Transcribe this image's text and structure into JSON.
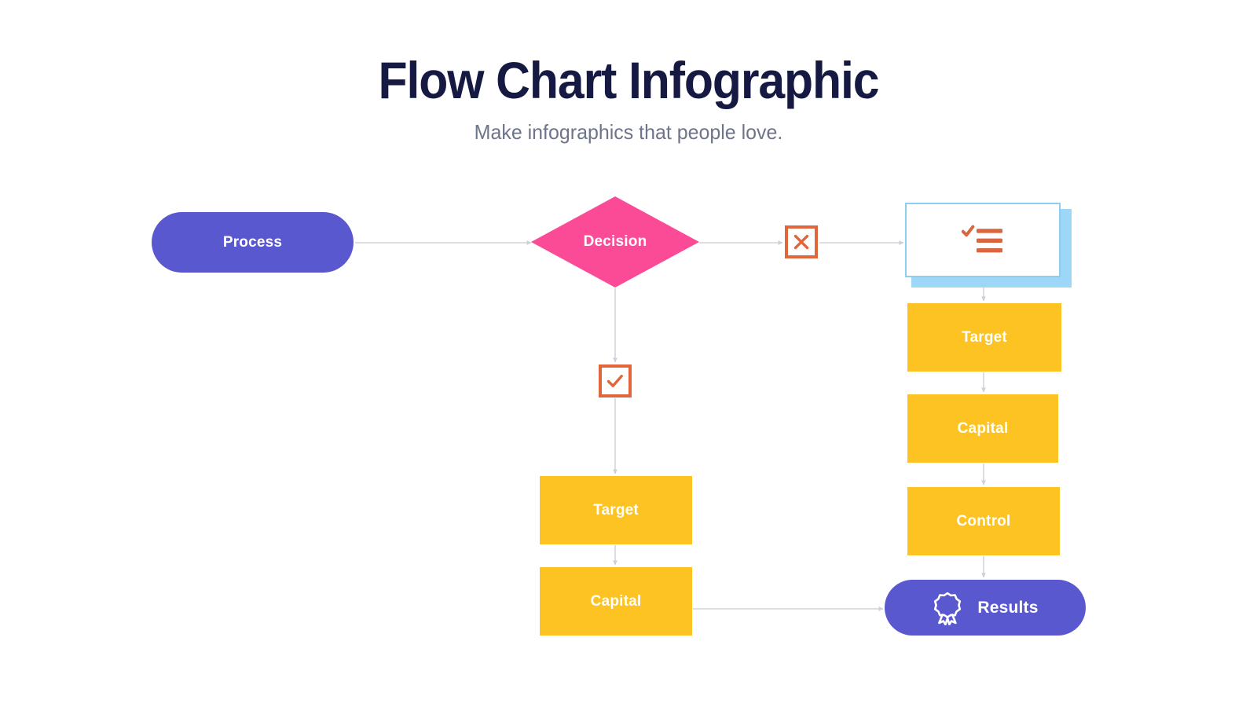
{
  "header": {
    "title": "Flow Chart Infographic",
    "subtitle": "Make infographics that people love."
  },
  "palette": {
    "purple": "#5a58cf",
    "pink": "#fb4b96",
    "yellow": "#fcc323",
    "orange": "#e2663c",
    "light_blue": "#9cd7f7",
    "card_border": "#8ecdf2",
    "title_navy": "#161a42",
    "subtitle_gray": "#6e7489",
    "connector_gray": "#d8dae0"
  },
  "chart_data": {
    "type": "diagram",
    "title": "Flow Chart Infographic",
    "nodes": [
      {
        "id": "process",
        "label": "Process",
        "shape": "pill",
        "color": "#5a58cf",
        "column": "left",
        "icon": null
      },
      {
        "id": "decision",
        "label": "Decision",
        "shape": "diamond",
        "color": "#fb4b96",
        "column": "middle",
        "icon": null
      },
      {
        "id": "marker-no",
        "label": "",
        "shape": "square",
        "color": "#e2663c",
        "column": "middle",
        "icon": "cross-icon"
      },
      {
        "id": "marker-yes",
        "label": "",
        "shape": "square",
        "color": "#e2663c",
        "column": "middle",
        "icon": "check-icon"
      },
      {
        "id": "document",
        "label": "",
        "shape": "card",
        "color": "#8ecdf2",
        "column": "right",
        "icon": "checklist-icon"
      },
      {
        "id": "mid-target",
        "label": "Target",
        "shape": "rect",
        "color": "#fcc323",
        "column": "middle",
        "icon": null
      },
      {
        "id": "mid-capital",
        "label": "Capital",
        "shape": "rect",
        "color": "#fcc323",
        "column": "middle",
        "icon": null
      },
      {
        "id": "r-target",
        "label": "Target",
        "shape": "rect",
        "color": "#fcc323",
        "column": "right",
        "icon": null
      },
      {
        "id": "r-capital",
        "label": "Capital",
        "shape": "rect",
        "color": "#fcc323",
        "column": "right",
        "icon": null
      },
      {
        "id": "r-control",
        "label": "Control",
        "shape": "rect",
        "color": "#fcc323",
        "column": "right",
        "icon": null
      },
      {
        "id": "results",
        "label": "Results",
        "shape": "pill",
        "color": "#5a58cf",
        "column": "right",
        "icon": "award-badge-icon"
      }
    ],
    "edges": [
      {
        "from": "process",
        "to": "decision",
        "direction": "right"
      },
      {
        "from": "decision",
        "to": "marker-no",
        "direction": "right"
      },
      {
        "from": "marker-no",
        "to": "document",
        "direction": "right"
      },
      {
        "from": "decision",
        "to": "marker-yes",
        "direction": "down"
      },
      {
        "from": "marker-yes",
        "to": "mid-target",
        "direction": "down"
      },
      {
        "from": "mid-target",
        "to": "mid-capital",
        "direction": "down"
      },
      {
        "from": "mid-capital",
        "to": "results",
        "direction": "right"
      },
      {
        "from": "document",
        "to": "r-target",
        "direction": "down"
      },
      {
        "from": "r-target",
        "to": "r-capital",
        "direction": "down"
      },
      {
        "from": "r-capital",
        "to": "r-control",
        "direction": "down"
      },
      {
        "from": "r-control",
        "to": "results",
        "direction": "down"
      }
    ]
  },
  "nodes": {
    "process": {
      "label": "Process"
    },
    "decision": {
      "label": "Decision"
    },
    "mid_target": {
      "label": "Target"
    },
    "mid_capital": {
      "label": "Capital"
    },
    "r_target": {
      "label": "Target"
    },
    "r_capital": {
      "label": "Capital"
    },
    "r_control": {
      "label": "Control"
    },
    "results": {
      "label": "Results"
    }
  }
}
